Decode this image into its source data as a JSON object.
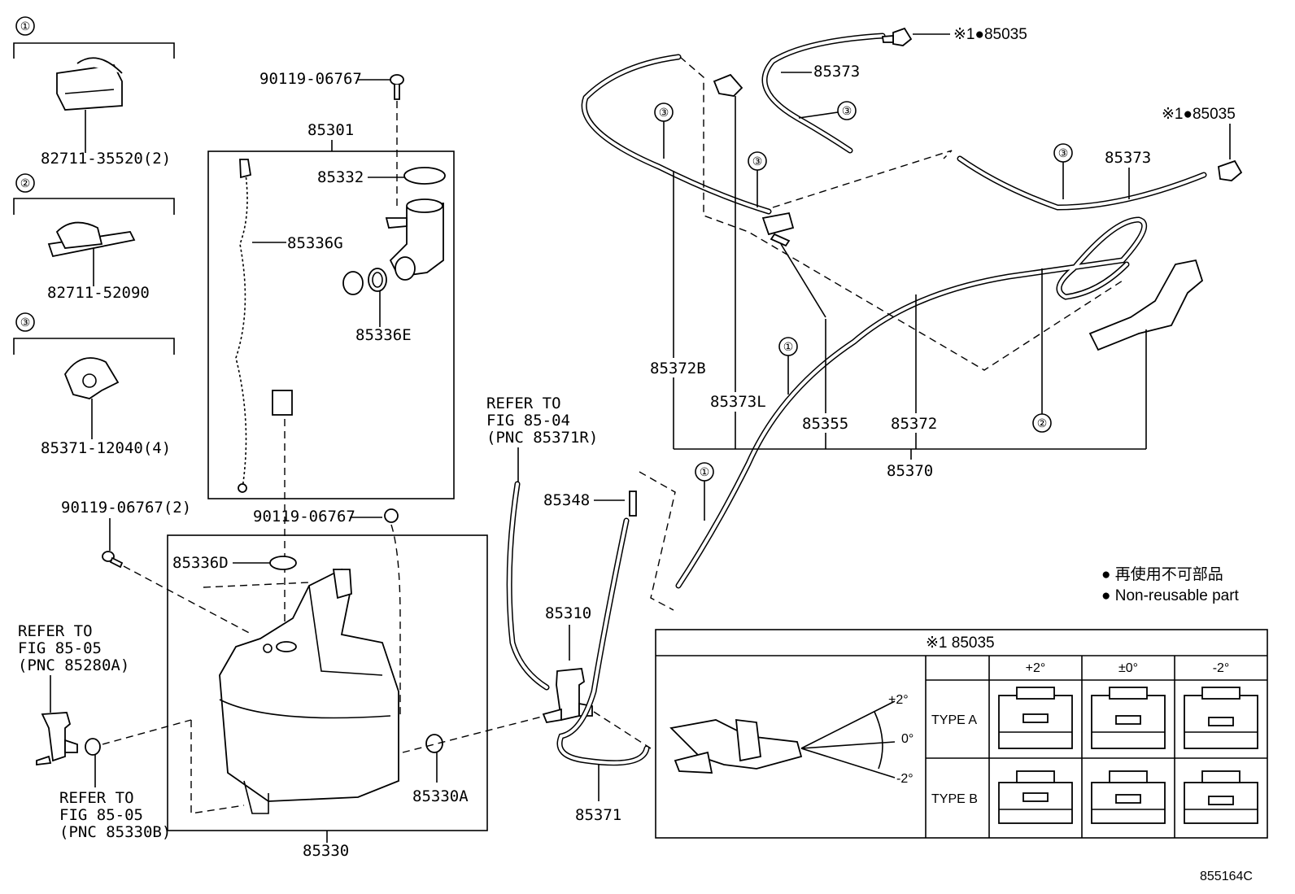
{
  "callouts": {
    "c1": "①",
    "c2": "②",
    "c3": "③",
    "clip1": "82711-35520(2)",
    "clip2": "82711-52090",
    "clip3": "85371-12040(4)"
  },
  "parts": {
    "p90119_top": "90119-06767",
    "p85301": "85301",
    "p85332": "85332",
    "p85336G": "85336G",
    "p85336E": "85336E",
    "p90119_mid": "90119-06767",
    "p90119_left": "90119-06767(2)",
    "p85336D": "85336D",
    "p85330": "85330",
    "p85330A": "85330A",
    "p85310": "85310",
    "p85348": "85348",
    "p85371": "85371",
    "p85373_top": "85373",
    "p85373_right": "85373",
    "p85035_top": "※1●85035",
    "p85035_right": "※1●85035",
    "p85372B": "85372B",
    "p85373L": "85373L",
    "p85355": "85355",
    "p85372": "85372",
    "p85370": "85370"
  },
  "refs": {
    "r1": [
      "REFER TO",
      "FIG 85-04",
      "(PNC 85371R)"
    ],
    "r2": [
      "REFER TO",
      "FIG 85-05",
      "(PNC 85280A)"
    ],
    "r3": [
      "REFER TO",
      "FIG 85-05",
      "(PNC 85330B)"
    ]
  },
  "legend": {
    "jp": "● 再使用不可部品",
    "en": "● Non-reusable part"
  },
  "table": {
    "title": "※1 85035",
    "headers": [
      "+2°",
      "±0°",
      "-2°"
    ],
    "rows": [
      "TYPE A",
      "TYPE B"
    ],
    "angles": [
      "+2°",
      "0°",
      "-2°"
    ]
  },
  "fig_code": "855164C"
}
